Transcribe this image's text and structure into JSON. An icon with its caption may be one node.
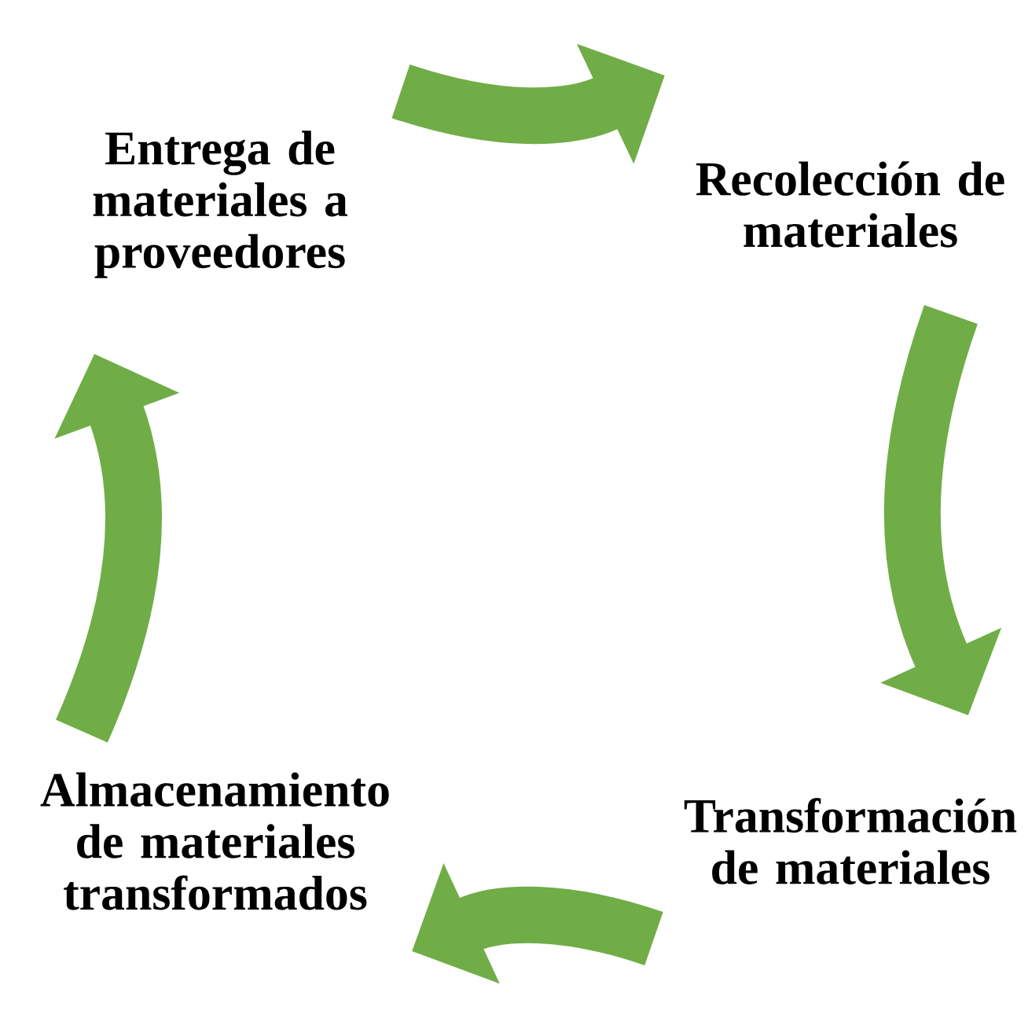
{
  "diagram": {
    "nodes": [
      {
        "text": [
          "Entrega de materiales a proveedores"
        ]
      },
      {
        "text": [
          "Recolección de materiales"
        ]
      },
      {
        "text": [
          "Transformación de materiales"
        ]
      },
      {
        "text": [
          "Almacenamiento de materiales transformados"
        ]
      }
    ],
    "edges": [
      {
        "from": 0,
        "to": 1,
        "arrow": "to"
      },
      {
        "from": 1,
        "to": 2,
        "arrow": "to"
      },
      {
        "from": 2,
        "to": 3,
        "arrow": "to"
      },
      {
        "from": 3,
        "to": 0,
        "arrow": "to"
      }
    ]
  }
}
